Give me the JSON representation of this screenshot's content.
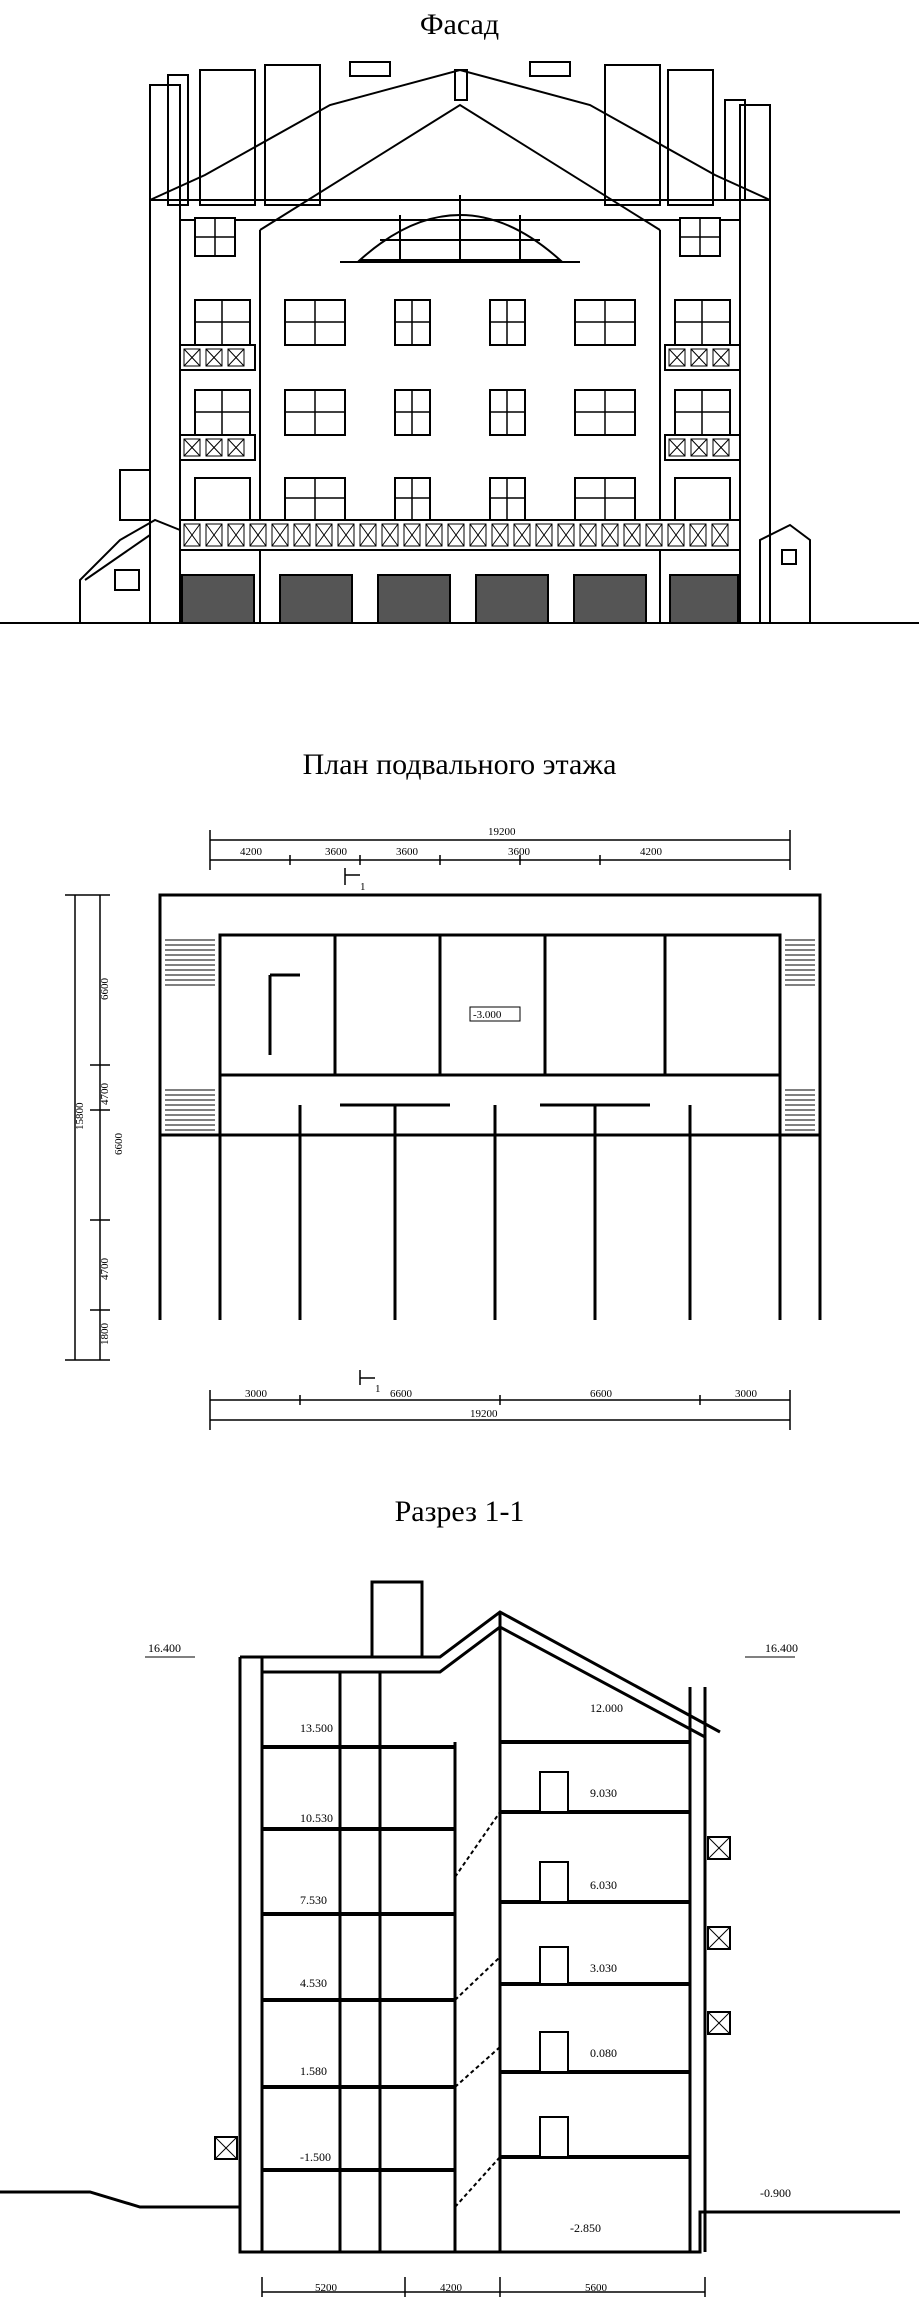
{
  "sheet": {
    "facade_title": "Фасад",
    "plan_title": "План подвального этажа",
    "section_title": "Разрез 1-1"
  },
  "plan": {
    "top_total": "19200",
    "top_dims": [
      "4200",
      "3600",
      "3600",
      "3600",
      "4200"
    ],
    "bottom_total": "19200",
    "bottom_dims": [
      "3000",
      "6600",
      "6600",
      "3000"
    ],
    "left_total": "15800",
    "left_dims": [
      "6600",
      "4700",
      "6600",
      "4700",
      "1800"
    ],
    "floor_level": "-3.000",
    "cut_mark": "1"
  },
  "section": {
    "left_top_level": "16.400",
    "right_top_level": "16.400",
    "left_levels": [
      "13.500",
      "10.530",
      "7.530",
      "4.530",
      "1.580",
      "-1.500"
    ],
    "right_levels": [
      "12.000",
      "9.030",
      "6.030",
      "3.030",
      "0.080",
      "-2.850"
    ],
    "ground_level": "-0.900",
    "bottom_dims": [
      "5200",
      "4200",
      "5600"
    ]
  },
  "colors": {
    "ink": "#000000",
    "paper": "#ffffff"
  }
}
